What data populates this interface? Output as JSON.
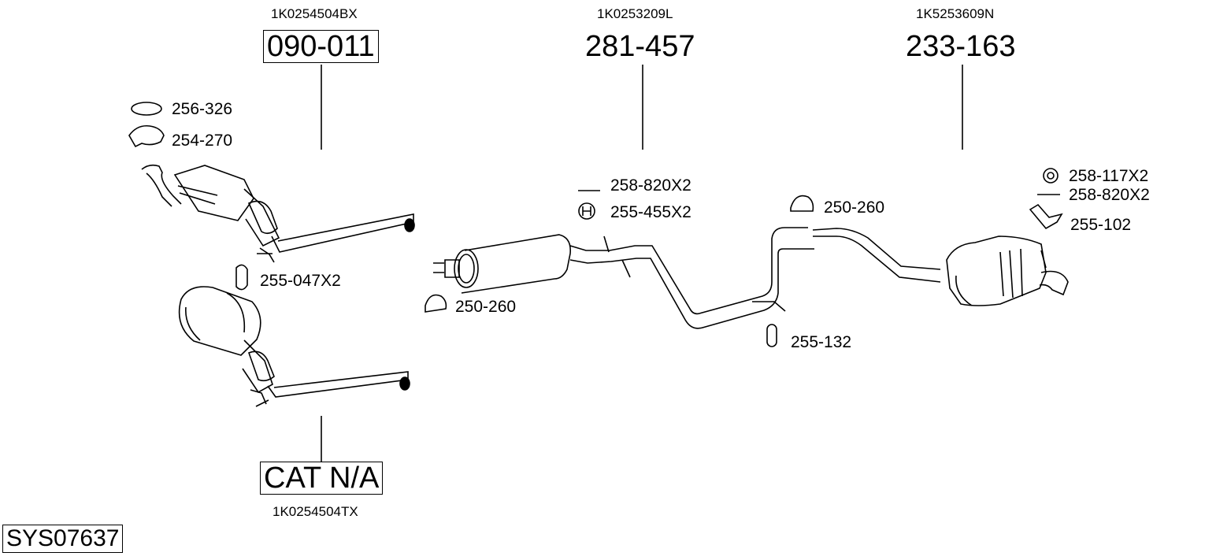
{
  "diagram": {
    "system_code": "SYS07637",
    "main_parts": [
      {
        "oe_number": "1K0254504BX",
        "part_number": "090-011",
        "boxed": true
      },
      {
        "oe_number": "1K0253209L",
        "part_number": "281-457",
        "boxed": false
      },
      {
        "oe_number": "1K5253609N",
        "part_number": "233-163",
        "boxed": false
      },
      {
        "oe_number": "1K0254504TX",
        "part_number": "CAT N/A",
        "boxed": true
      }
    ],
    "accessories": {
      "gasket_front": "256-326",
      "clamp_front": "254-270",
      "rubber_mount_cat": "255-047X2",
      "bolt_middle": "258-820X2",
      "rubber_mount_middle": "255-455X2",
      "clamp_middle_front": "250-260",
      "clamp_middle_rear": "250-260",
      "rubber_mount_rear_pipe": "255-132",
      "washer_rear": "258-117X2",
      "bolt_rear": "258-820X2",
      "bracket_rear": "255-102"
    }
  }
}
